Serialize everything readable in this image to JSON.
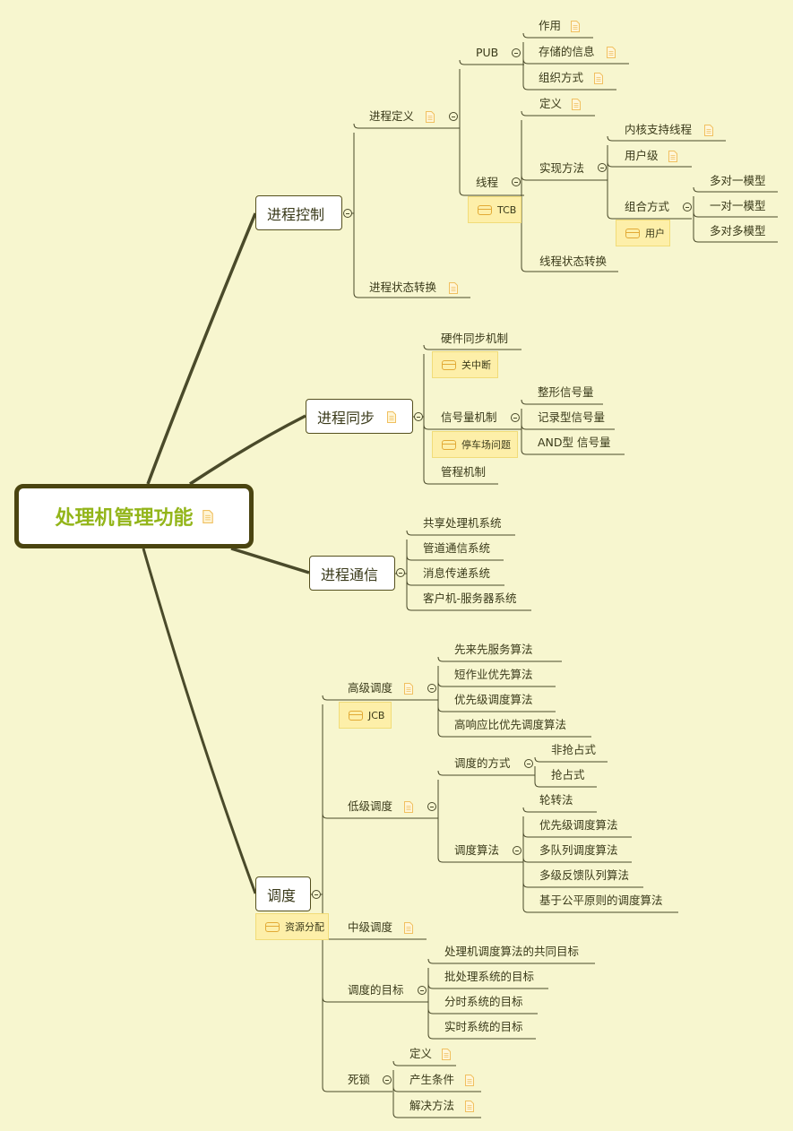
{
  "root": {
    "label": "处理机管理功能"
  },
  "process_control": {
    "label": "进程控制",
    "definition": {
      "label": "进程定义",
      "pub": {
        "label": "PUB",
        "items": [
          "作用",
          "存储的信息",
          "组织方式"
        ]
      },
      "thread": {
        "label": "线程",
        "tag": "TCB",
        "definition": "定义",
        "implementation": {
          "label": "实现方法",
          "kernel": "内核支持线程",
          "user_level": "用户级",
          "combination": {
            "label": "组合方式",
            "tag": "用户",
            "models": [
              "多对一模型",
              "一对一模型",
              "多对多模型"
            ]
          }
        },
        "state_transition": "线程状态转换"
      }
    },
    "state_transition": "进程状态转换"
  },
  "process_sync": {
    "label": "进程同步",
    "hardware": {
      "label": "硬件同步机制",
      "tag": "关中断"
    },
    "semaphore": {
      "label": "信号量机制",
      "tag": "停车场问题",
      "items": [
        "整形信号量",
        "记录型信号量",
        "AND型 信号量"
      ]
    },
    "monitor": "管程机制"
  },
  "process_comm": {
    "label": "进程通信",
    "items": [
      "共享处理机系统",
      "管道通信系统",
      "消息传递系统",
      "客户机-服务器系统"
    ]
  },
  "scheduling": {
    "label": "调度",
    "tag": "资源分配",
    "high_level": {
      "label": "高级调度",
      "tag": "JCB",
      "items": [
        "先来先服务算法",
        "短作业优先算法",
        "优先级调度算法",
        "高响应比优先调度算法"
      ]
    },
    "low_level": {
      "label": "低级调度",
      "methods": {
        "label": "调度的方式",
        "items": [
          "非抢占式",
          "抢占式"
        ]
      },
      "algorithms": {
        "label": "调度算法",
        "items": [
          "轮转法",
          "优先级调度算法",
          "多队列调度算法",
          "多级反馈队列算法",
          "基于公平原则的调度算法"
        ]
      }
    },
    "mid_level": {
      "label": "中级调度"
    },
    "goals": {
      "label": "调度的目标",
      "items": [
        "处理机调度算法的共同目标",
        "批处理系统的目标",
        "分时系统的目标",
        "实时系统的目标"
      ]
    },
    "deadlock": {
      "label": "死锁",
      "items": [
        "定义",
        "产生条件",
        "解决方法"
      ]
    }
  },
  "colors": {
    "background": "#f7f6cf",
    "trunk": "#4a4410",
    "root_text": "#93b51a",
    "note_icon": "#f0c060",
    "tag_fill": "#fdefa9"
  }
}
